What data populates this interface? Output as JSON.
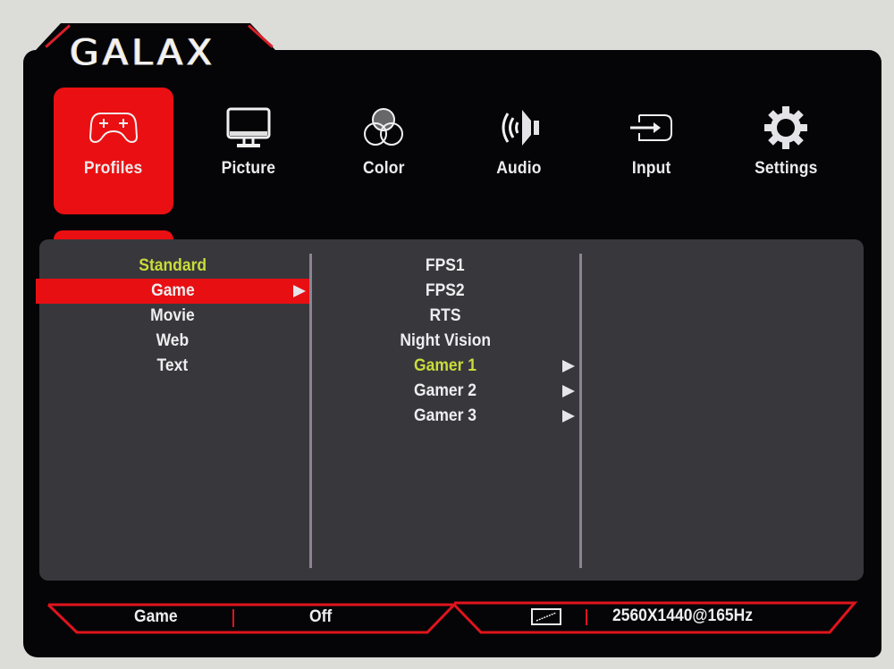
{
  "brand": {
    "logo": "GALAX"
  },
  "nav": {
    "items": [
      {
        "label": "Profiles",
        "icon": "gamepad-icon",
        "active": true
      },
      {
        "label": "Picture",
        "icon": "monitor-icon",
        "active": false
      },
      {
        "label": "Color",
        "icon": "color-circles-icon",
        "active": false
      },
      {
        "label": "Audio",
        "icon": "speaker-icon",
        "active": false
      },
      {
        "label": "Input",
        "icon": "input-arrow-icon",
        "active": false
      },
      {
        "label": "Settings",
        "icon": "gear-icon",
        "active": false
      }
    ]
  },
  "profiles": {
    "modes": [
      {
        "label": "Standard",
        "state": "current"
      },
      {
        "label": "Game",
        "state": "selected",
        "has_submenu": true
      },
      {
        "label": "Movie",
        "state": "normal"
      },
      {
        "label": "Web",
        "state": "normal"
      },
      {
        "label": "Text",
        "state": "normal"
      }
    ],
    "game_submodes": [
      {
        "label": "FPS1",
        "state": "normal"
      },
      {
        "label": "FPS2",
        "state": "normal"
      },
      {
        "label": "RTS",
        "state": "normal"
      },
      {
        "label": "Night Vision",
        "state": "normal"
      },
      {
        "label": "Gamer 1",
        "state": "current",
        "has_submenu": true
      },
      {
        "label": "Gamer 2",
        "state": "normal",
        "has_submenu": true
      },
      {
        "label": "Gamer 3",
        "state": "normal",
        "has_submenu": true
      }
    ]
  },
  "status_bar": {
    "profile": "Game",
    "feature_state": "Off",
    "aspect_icon": "aspect-ratio-icon",
    "resolution": "2560X1440@165Hz"
  },
  "colors": {
    "accent_red": "#ea0f12",
    "highlight_yellow": "#c9dc3a",
    "panel_gray": "#38373c",
    "background_black": "#050508"
  }
}
